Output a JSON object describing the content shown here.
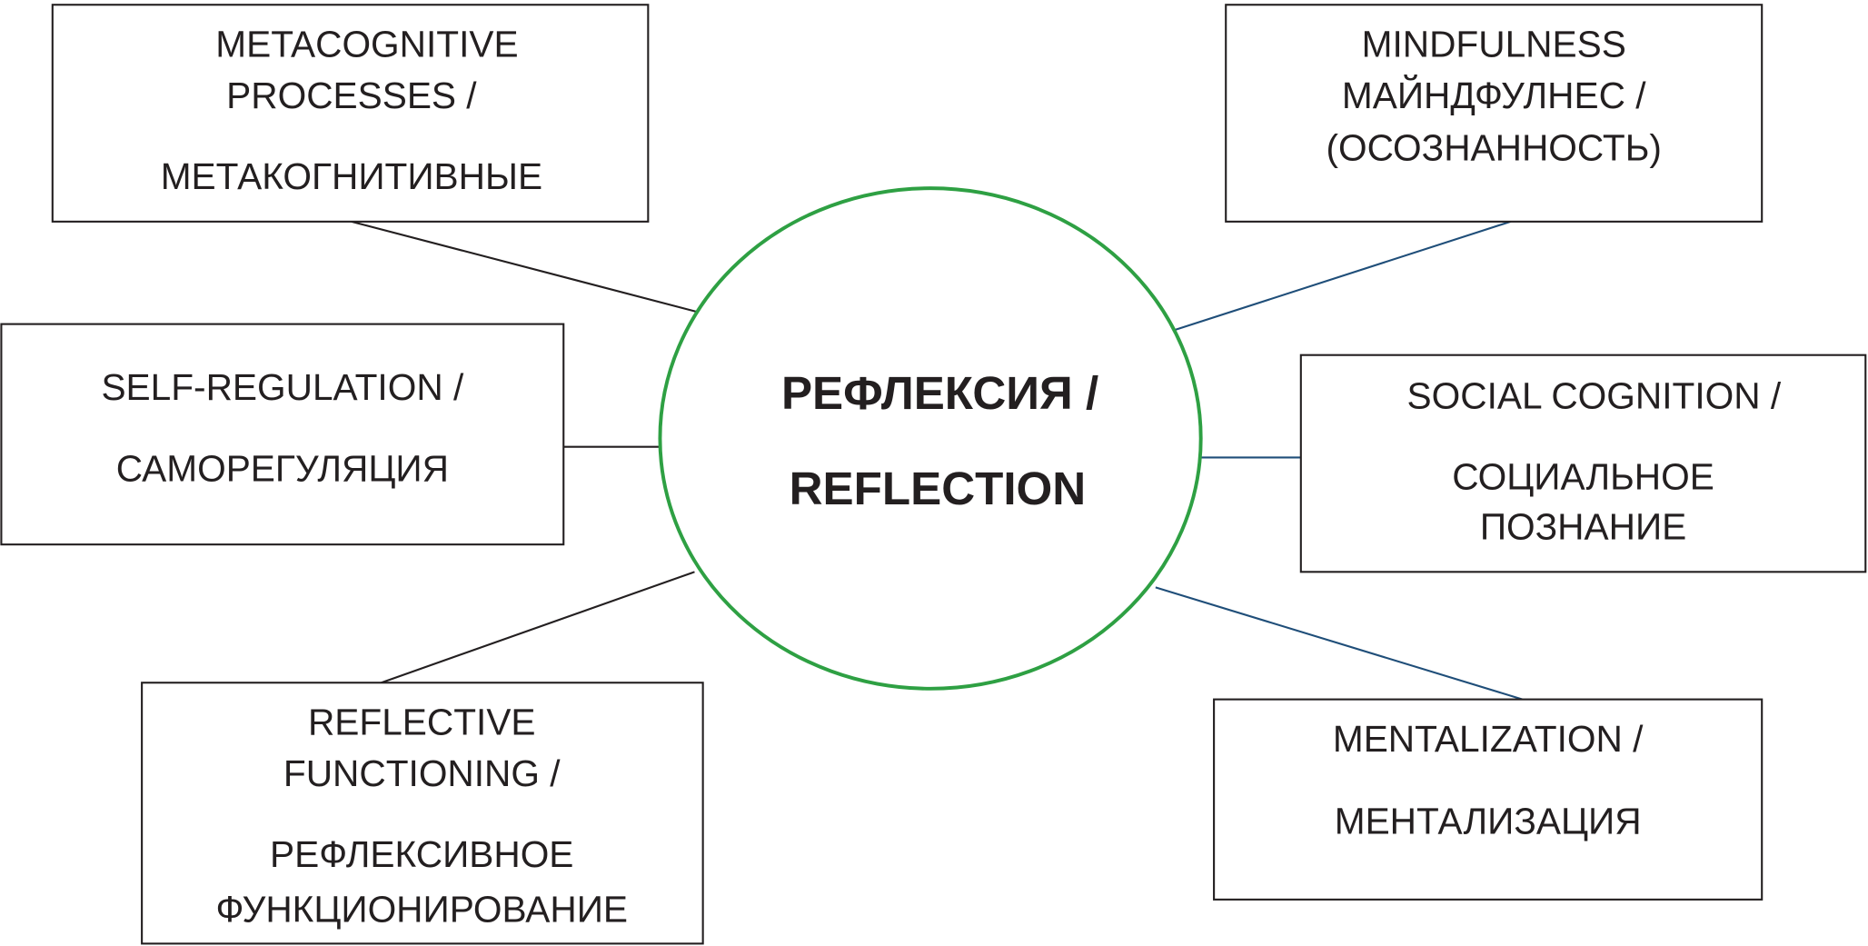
{
  "center": {
    "lines": [
      "РЕФЛЕКСИЯ /",
      "REFLECTION"
    ]
  },
  "nodes": [
    {
      "id": "metacognitive",
      "lines": [
        "METACOGNITIVE",
        "PROCESSES /",
        "МЕТАКОГНИТИВНЫЕ"
      ]
    },
    {
      "id": "mindfulness",
      "lines": [
        "MINDFULNESS",
        "МАЙНДФУЛНЕС /",
        "(ОСОЗНАННОСТЬ)"
      ]
    },
    {
      "id": "self-regulation",
      "lines": [
        "SELF-REGULATION /",
        "САМОРЕГУЛЯЦИЯ"
      ]
    },
    {
      "id": "social-cognition",
      "lines": [
        "SOCIAL COGNITION /",
        "СОЦИАЛЬНОЕ",
        "ПОЗНАНИЕ"
      ]
    },
    {
      "id": "reflective-functioning",
      "lines": [
        "REFLECTIVE",
        "FUNCTIONING /",
        "РЕФЛЕКСИВНОЕ",
        "ФУНКЦИОНИРОВАНИЕ"
      ]
    },
    {
      "id": "mentalization",
      "lines": [
        "MENTALIZATION /",
        "МЕНТАЛИЗАЦИЯ"
      ]
    }
  ],
  "colors": {
    "ellipse": "#2ea043",
    "left_connectors": "#231f20",
    "right_connectors": "#1f4e79"
  }
}
